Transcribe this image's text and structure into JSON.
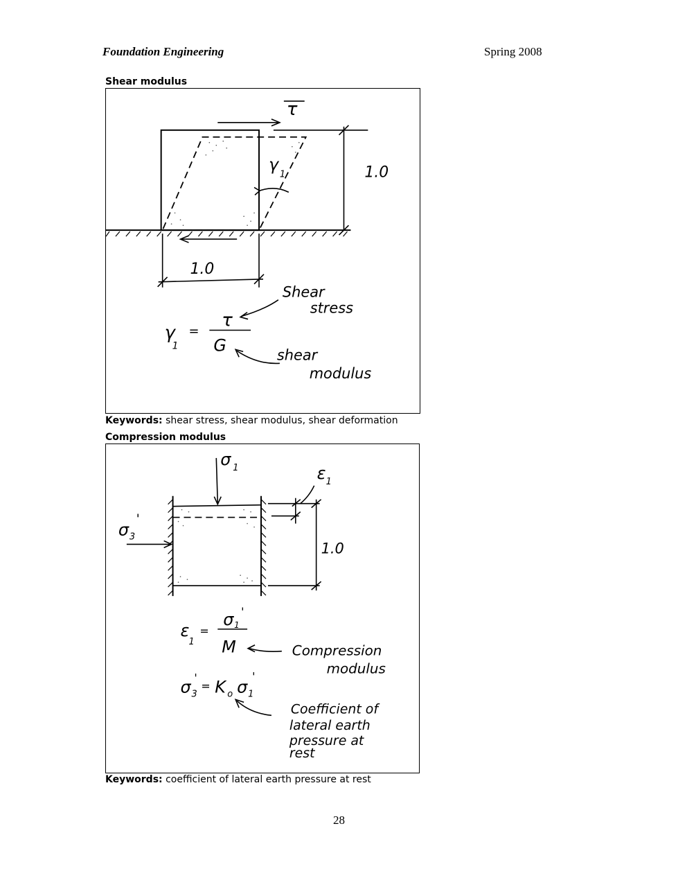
{
  "header": {
    "left": "Foundation Engineering",
    "right": "Spring 2008"
  },
  "figure1": {
    "title": "Shear modulus",
    "labels": {
      "tau": "τ",
      "gamma": "γ",
      "gamma_sub": "1",
      "height": "1.0",
      "width": "1.0",
      "shear_stress_line1": "Shear",
      "shear_stress_line2": "stress",
      "eq_lhs": "γ",
      "eq_lhs_sub": "1",
      "eq_equals": "=",
      "eq_num": "τ",
      "eq_den": "G",
      "shear_modulus_line1": "shear",
      "shear_modulus_line2": "modulus"
    },
    "keywords_label": "Keywords:",
    "keywords": " shear stress, shear modulus, shear deformation"
  },
  "figure2": {
    "title": "Compression modulus",
    "labels": {
      "sigma1": "σ",
      "sigma1_sub": "1",
      "epsilon1": "ε",
      "epsilon1_sub": "1",
      "sigma3": "σ",
      "sigma3_sub": "3",
      "prime": "'",
      "height": "1.0",
      "eq1_lhs": "ε",
      "eq1_lhs_sub": "1",
      "eq_equals": "=",
      "eq1_num": "σ",
      "eq1_num_sub": "1",
      "eq1_den": "M",
      "comp_mod_line1": "Compression",
      "comp_mod_line2": "modulus",
      "eq2_lhs": "σ",
      "eq2_lhs_sub": "3",
      "eq2_k": "K",
      "eq2_k_sub": "o",
      "eq2_rhs": "σ",
      "eq2_rhs_sub": "1",
      "coef_line1": "Coefficient of",
      "coef_line2": "lateral earth",
      "coef_line3": "pressure at",
      "coef_line4": "rest"
    },
    "keywords_label": "Keywords:",
    "keywords": " coefficient of lateral earth pressure at rest"
  },
  "page_number": "28"
}
